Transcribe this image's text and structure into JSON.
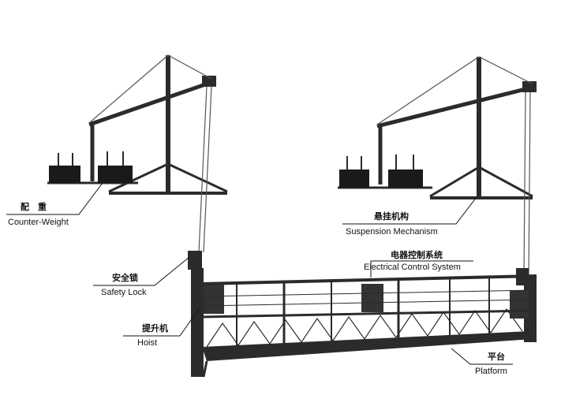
{
  "colors": {
    "ink": "#111111",
    "steel": "#2b2b2b",
    "cable": "#555555",
    "weight": "#1a1a1a"
  },
  "labels": {
    "counter_weight": {
      "zh": "配　重",
      "en": "Counter-Weight"
    },
    "suspension": {
      "zh": "悬挂机构",
      "en": "Suspension Mechanism"
    },
    "electrical": {
      "zh": "电器控制系统",
      "en": "Electrical Control System"
    },
    "safety_lock": {
      "zh": "安全锁",
      "en": "Safety Lock"
    },
    "hoist": {
      "zh": "提升机",
      "en": "Hoist"
    },
    "platform": {
      "zh": "平台",
      "en": "Platform"
    }
  }
}
